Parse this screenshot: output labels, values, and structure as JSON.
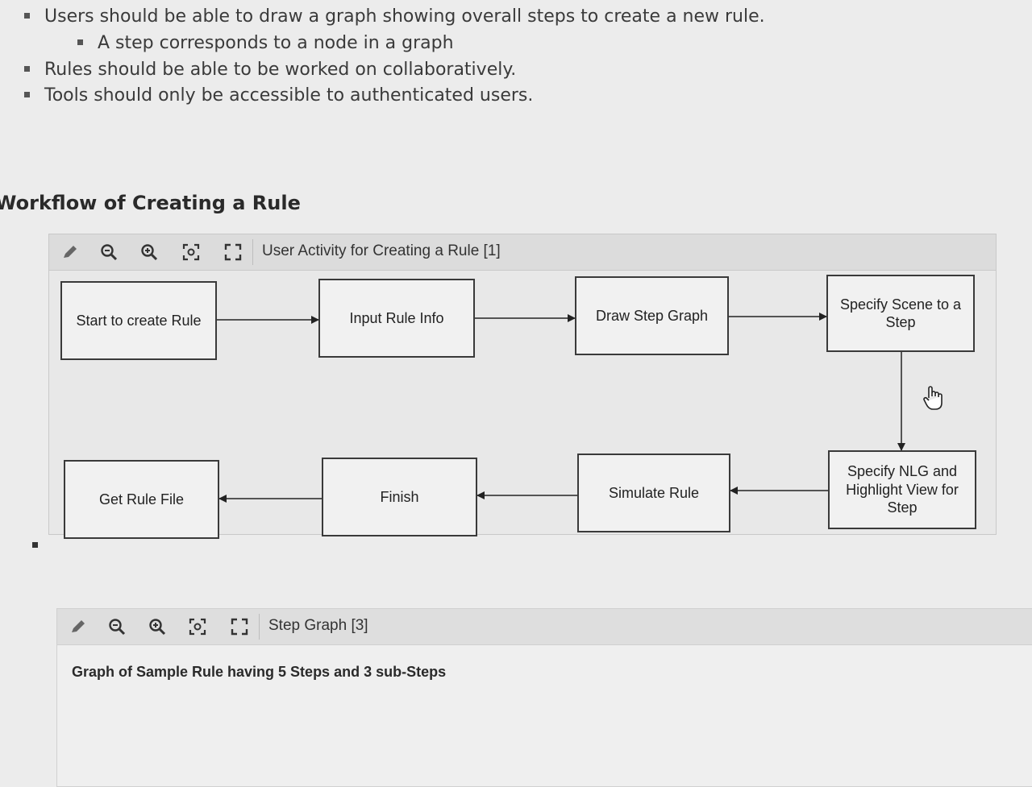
{
  "bullets": [
    {
      "text": "Users should be able to draw a graph showing overall steps to create a new rule."
    },
    {
      "text": "A step corresponds to a node in a graph"
    },
    {
      "text": "Rules should be able to be worked on collaboratively."
    },
    {
      "text": "Tools should only be accessible to authenticated users."
    }
  ],
  "section": {
    "heading": "Workflow of Creating a Rule"
  },
  "diagram1": {
    "title": "User Activity for Creating a Rule [1]",
    "toolbar_icons": [
      "pencil-icon",
      "zoom-out-icon",
      "zoom-in-icon",
      "fit-view-icon",
      "fullscreen-icon"
    ],
    "nodes": [
      {
        "label": "Start to create Rule"
      },
      {
        "label": "Input Rule Info"
      },
      {
        "label": "Draw Step Graph"
      },
      {
        "label": "Specify Scene to a Step"
      },
      {
        "label": "Specify NLG and Highlight View for Step"
      },
      {
        "label": "Simulate Rule"
      },
      {
        "label": "Finish"
      },
      {
        "label": "Get Rule File"
      }
    ]
  },
  "diagram2": {
    "title": "Step Graph [3]",
    "description": "Graph of Sample Rule having 5 Steps and 3 sub-Steps"
  },
  "colors": {
    "node_border": "#3a3a3a",
    "node_fill": "#f1f1f1",
    "toolbar": "#dcdcdc"
  }
}
